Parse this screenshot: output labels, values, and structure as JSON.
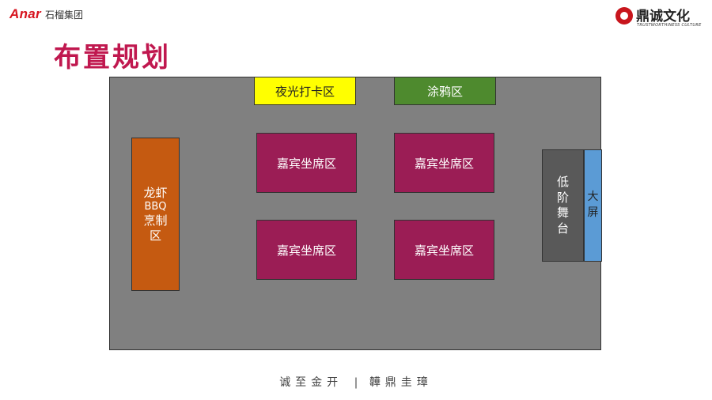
{
  "header": {
    "brand_left_en": "Anar",
    "brand_left_cn": "石榴集团",
    "brand_right_cn": "鼎诚文化",
    "brand_right_en": "TRUSTWORTHINESS CULTURE"
  },
  "title": "布置规划",
  "zones": {
    "night_checkin": "夜光打卡区",
    "graffiti": "涂鸦区",
    "guest_1": "嘉宾坐席区",
    "guest_2": "嘉宾坐席区",
    "guest_3": "嘉宾坐席区",
    "guest_4": "嘉宾坐席区",
    "bbq": {
      "line1": "龙虾",
      "line2": "BBQ",
      "line3": "烹制",
      "line4": "区"
    },
    "stage": {
      "line1": "低",
      "line2": "阶",
      "line3": "舞",
      "line4": "台"
    },
    "screen": {
      "line1": "大",
      "line2": "屏"
    }
  },
  "footer": {
    "left": "诚至金开",
    "separator": "|",
    "right": "韡鼎圭璋"
  },
  "colors": {
    "floor": "#808080",
    "night_checkin": "#ffff00",
    "graffiti": "#4e8a2e",
    "guest": "#9b1d55",
    "bbq": "#c55a11",
    "stage": "#595959",
    "screen": "#5b9bd5",
    "title": "#c0184f"
  }
}
